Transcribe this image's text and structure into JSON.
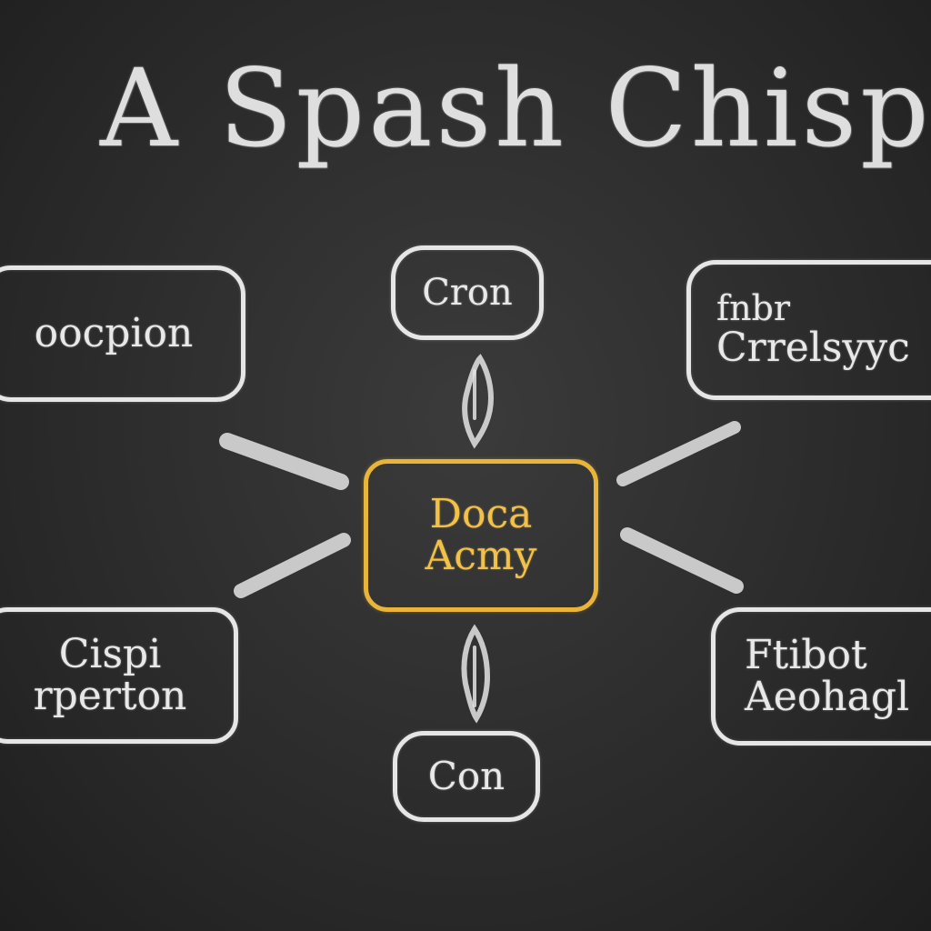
{
  "title": "A Spash Chispe",
  "center": {
    "lines": [
      "Doca",
      "Acmy"
    ]
  },
  "nodes": {
    "top_left": {
      "lines": [
        "oocpion"
      ]
    },
    "top_center": {
      "lines": [
        "Cron"
      ]
    },
    "top_right": {
      "lines": [
        "fnbr",
        "Crrelsyyc"
      ]
    },
    "bottom_left": {
      "lines": [
        "Cispi",
        "rperton"
      ]
    },
    "bottom_center": {
      "lines": [
        "Con"
      ]
    },
    "bottom_right": {
      "lines": [
        "Ftibot",
        "Aeohagl"
      ]
    }
  },
  "colors": {
    "board": "#262626",
    "chalk": "#e6e6e6",
    "center_accent": "#e8b43a"
  }
}
